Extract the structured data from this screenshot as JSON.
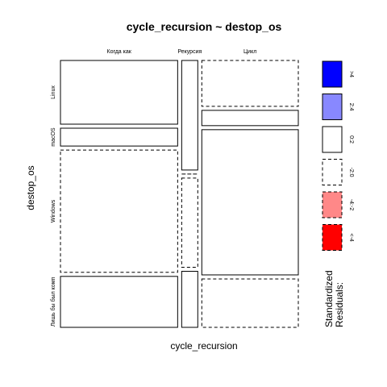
{
  "chart_data": {
    "type": "mosaic",
    "title": "cycle_recursion ~ destop_os",
    "xlabel": "cycle_recursion",
    "ylabel": "destop_os",
    "x_categories": [
      "Когда как",
      "Рекурсия",
      "Цикл"
    ],
    "y_categories": [
      "Linux",
      "macOS",
      "Windows",
      "Лишь бы был комп"
    ],
    "x_marginal_share": [
      0.51,
      0.07,
      0.42
    ],
    "conditional_share": {
      "Когда как": [
        0.25,
        0.07,
        0.48,
        0.2
      ],
      "Рекурсия": [
        0.43,
        0.0,
        0.35,
        0.22
      ],
      "Цикл": [
        0.18,
        0.06,
        0.57,
        0.19
      ]
    },
    "residual_style": {
      "Когда как": [
        "0:2",
        "0:2",
        "-2:0",
        "0:2"
      ],
      "Рекурсия": [
        "0:2",
        "-2:0",
        "-2:0",
        "0:2"
      ],
      "Цикл": [
        "-2:0",
        "0:2",
        "0:2",
        "-2:0"
      ]
    },
    "legend": {
      "title": "Standardized\nResiduals:",
      "items": [
        {
          "label": ">4",
          "color": "#0000ff",
          "dashed": false
        },
        {
          "label": "2:4",
          "color": "#8888ff",
          "dashed": false
        },
        {
          "label": "0:2",
          "color": "#ffffff",
          "dashed": false
        },
        {
          "label": "-2:0",
          "color": "#ffffff",
          "dashed": true
        },
        {
          "label": "-4:-2",
          "color": "#ff8888",
          "dashed": true
        },
        {
          "label": "<-4",
          "color": "#ff0000",
          "dashed": true
        }
      ]
    }
  }
}
